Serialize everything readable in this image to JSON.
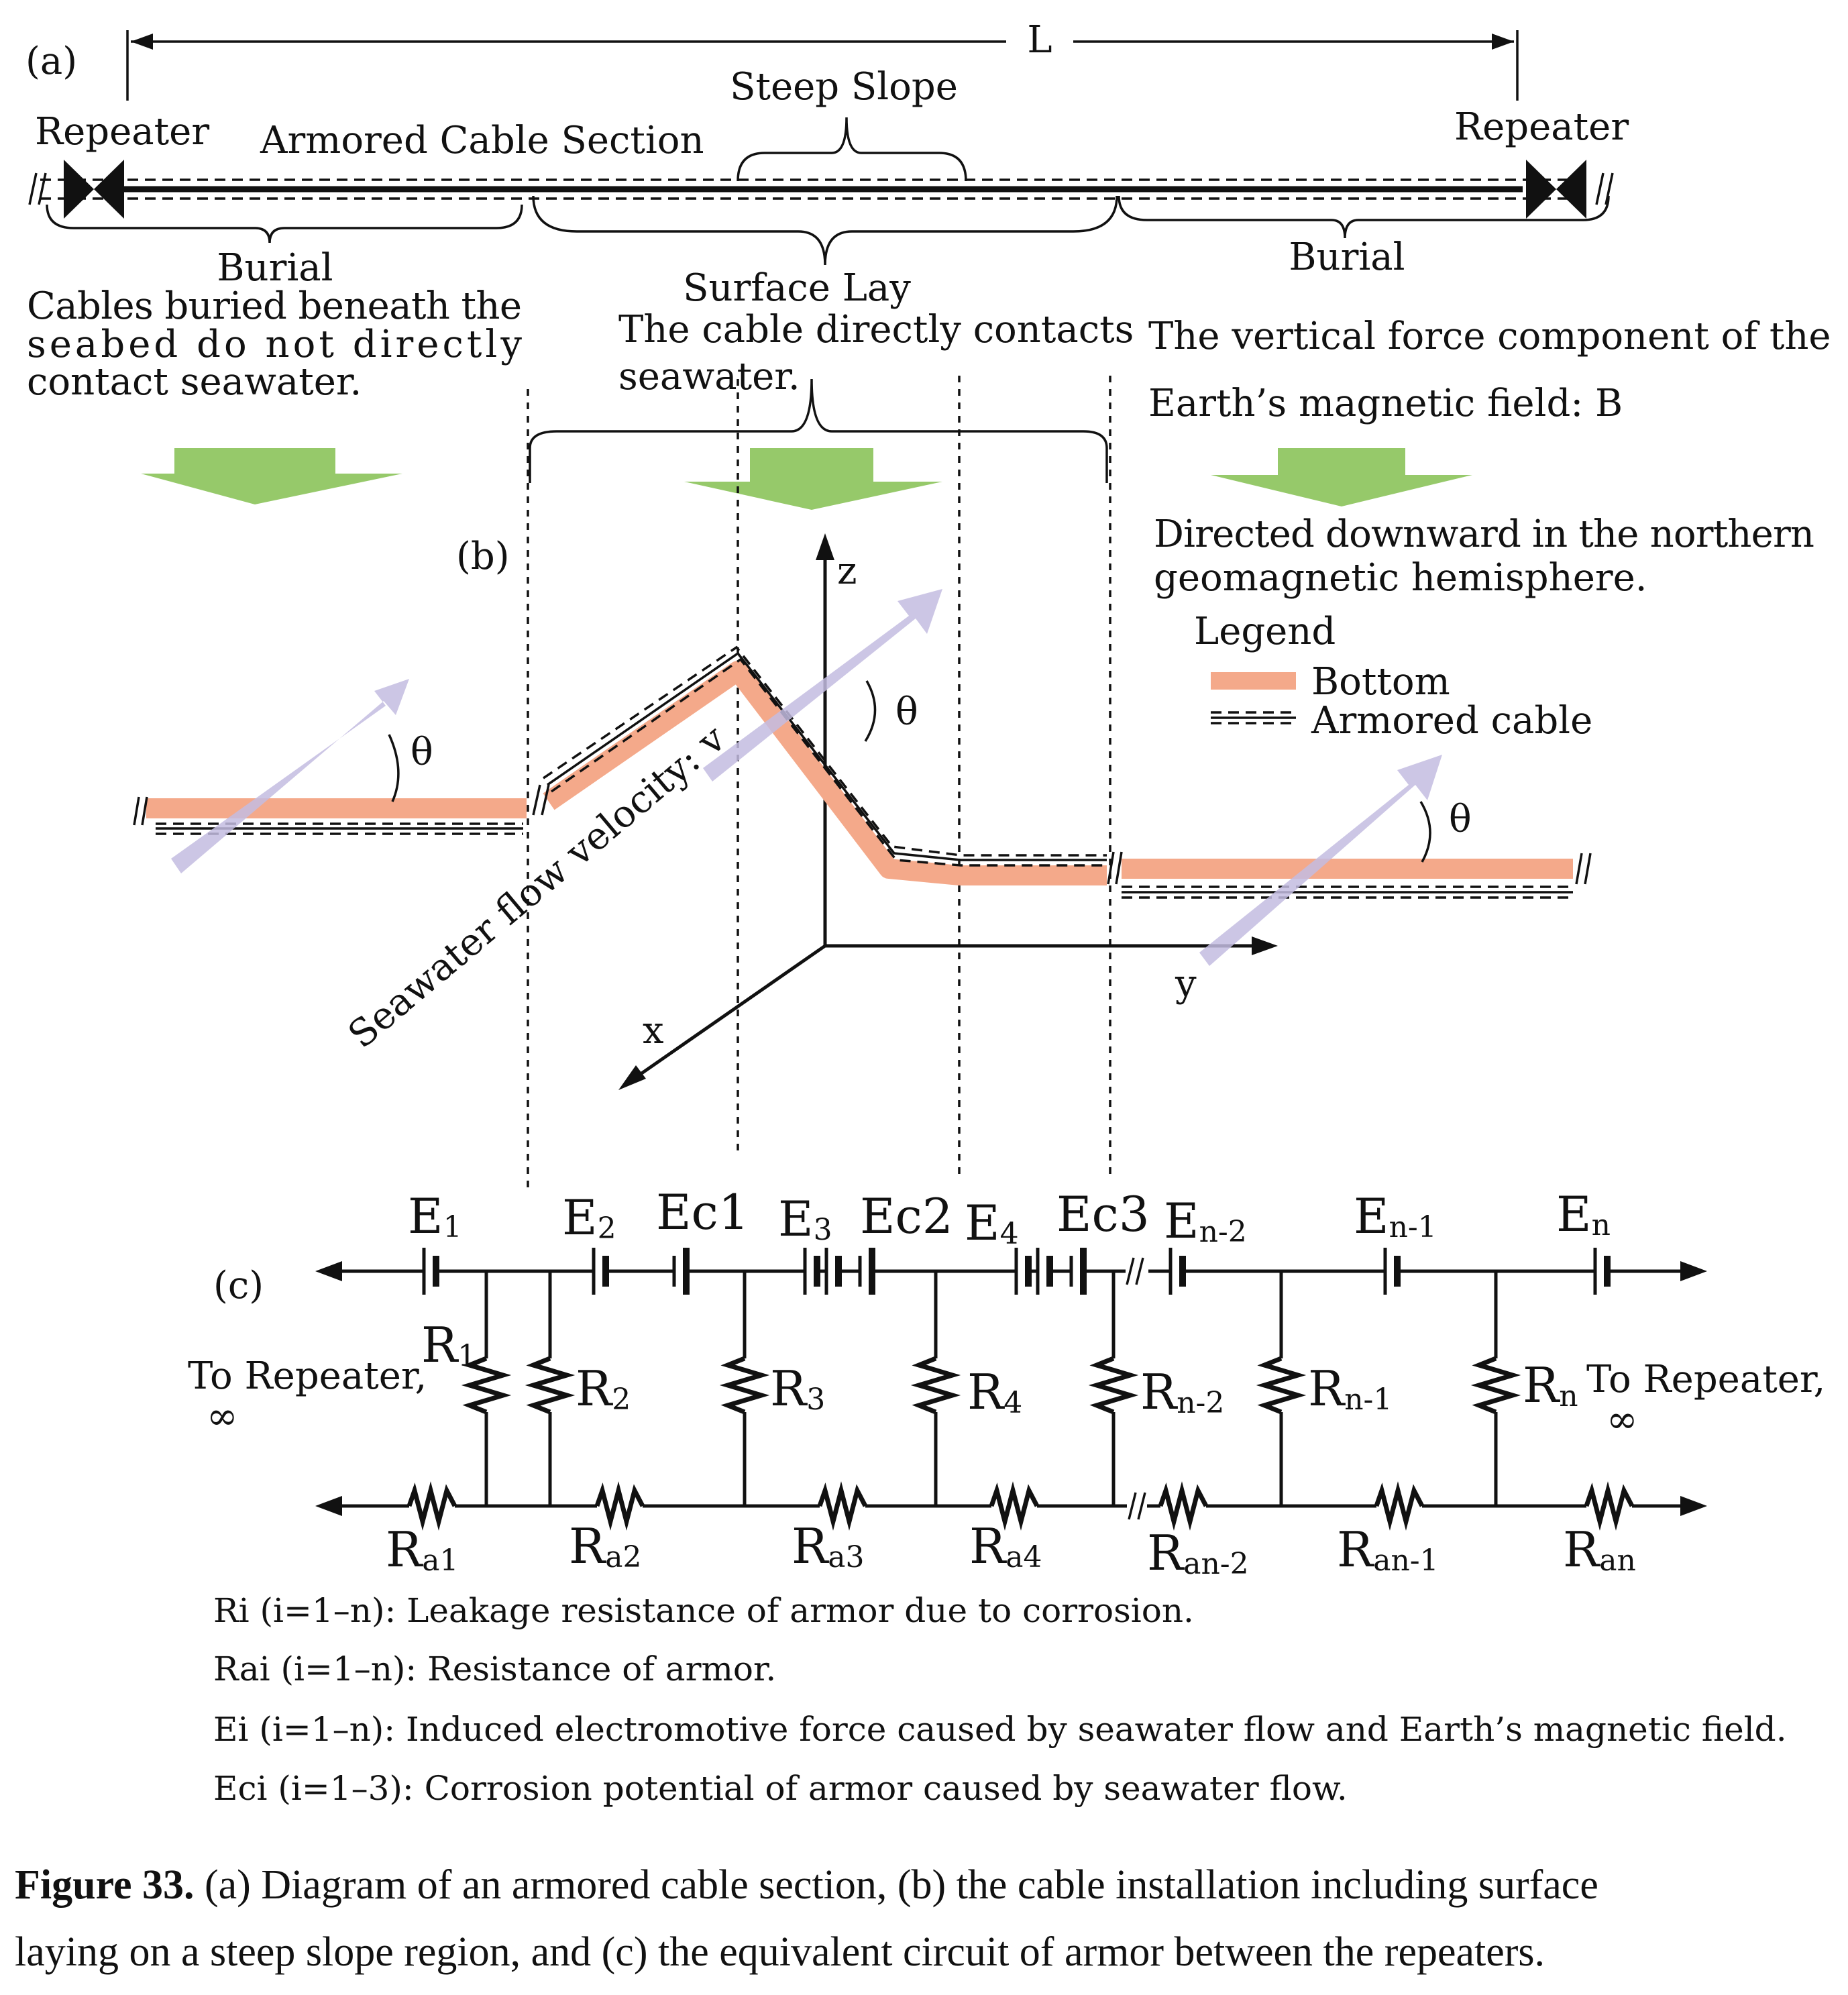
{
  "panel_a": {
    "label": "(a)",
    "length_label": "L",
    "steep_slope": "Steep Slope",
    "repeater_left": "Repeater",
    "repeater_right": "Repeater",
    "armored_section": "Armored Cable Section",
    "burial_left": "Burial",
    "burial_right": "Burial",
    "burial_desc_lines": [
      "Cables buried beneath the",
      "seabed do not directly",
      "contact seawater."
    ],
    "surface_lay": "Surface Lay",
    "surface_desc_lines": [
      "The cable directly contacts",
      "seawater."
    ],
    "field_desc_lines": [
      "The vertical force component of the",
      "Earth’s magnetic field: B"
    ],
    "direction_lines": [
      "Directed downward in the northern",
      "geomagnetic hemisphere."
    ]
  },
  "panel_b": {
    "label": "(b)",
    "axis_z": "z",
    "axis_x": "x",
    "axis_y": "y",
    "angle": "θ",
    "flow_label": "Seawater flow velocity: v",
    "legend_title": "Legend",
    "legend_bottom": "Bottom",
    "legend_cable": "Armored cable"
  },
  "panel_c": {
    "label": "(c)",
    "to_repeater_left": "To Repeater,",
    "to_repeater_right": "To Repeater,",
    "infinity": "∞",
    "emf": [
      {
        "main": "E",
        "sub": "1"
      },
      {
        "main": "E",
        "sub": "2"
      },
      {
        "main": "Ec",
        "sub": "1"
      },
      {
        "main": "E",
        "sub": "3"
      },
      {
        "main": "Ec",
        "sub": "2"
      },
      {
        "main": "E",
        "sub": "4"
      },
      {
        "main": "Ec",
        "sub": "3"
      },
      {
        "main": "E",
        "sub": "n-2"
      },
      {
        "main": "E",
        "sub": "n-1"
      },
      {
        "main": "E",
        "sub": "n"
      }
    ],
    "leakage": [
      {
        "main": "R",
        "sub": "1"
      },
      {
        "main": "R",
        "sub": "2"
      },
      {
        "main": "R",
        "sub": "3"
      },
      {
        "main": "R",
        "sub": "4"
      },
      {
        "main": "R",
        "sub": "n-2"
      },
      {
        "main": "R",
        "sub": "n-1"
      },
      {
        "main": "R",
        "sub": "n"
      }
    ],
    "armor": [
      {
        "main": "R",
        "sub": "a1"
      },
      {
        "main": "R",
        "sub": "a2"
      },
      {
        "main": "R",
        "sub": "a3"
      },
      {
        "main": "R",
        "sub": "a4"
      },
      {
        "main": "R",
        "sub": "an-2"
      },
      {
        "main": "R",
        "sub": "an-1"
      },
      {
        "main": "R",
        "sub": "an"
      }
    ],
    "notes": [
      "Ri (i=1–n): Leakage resistance of armor due to corrosion.",
      "Rai (i=1–n): Resistance of armor.",
      "Ei (i=1–n): Induced electromotive force caused by seawater flow and Earth’s magnetic field.",
      "Eci (i=1–3): Corrosion potential of armor caused by seawater flow."
    ]
  },
  "caption": {
    "bold": "Figure 33.",
    "line1": " (a) Diagram of an armored cable section, (b) the cable installation including surface",
    "line2": "laying on a steep slope region, and (c) the equivalent circuit of armor between the repeaters."
  },
  "colors": {
    "bottom": "#f4a98a",
    "flow_arrow": "#c3bce0",
    "field_arrow": "#96c96a",
    "line": "#111111"
  }
}
